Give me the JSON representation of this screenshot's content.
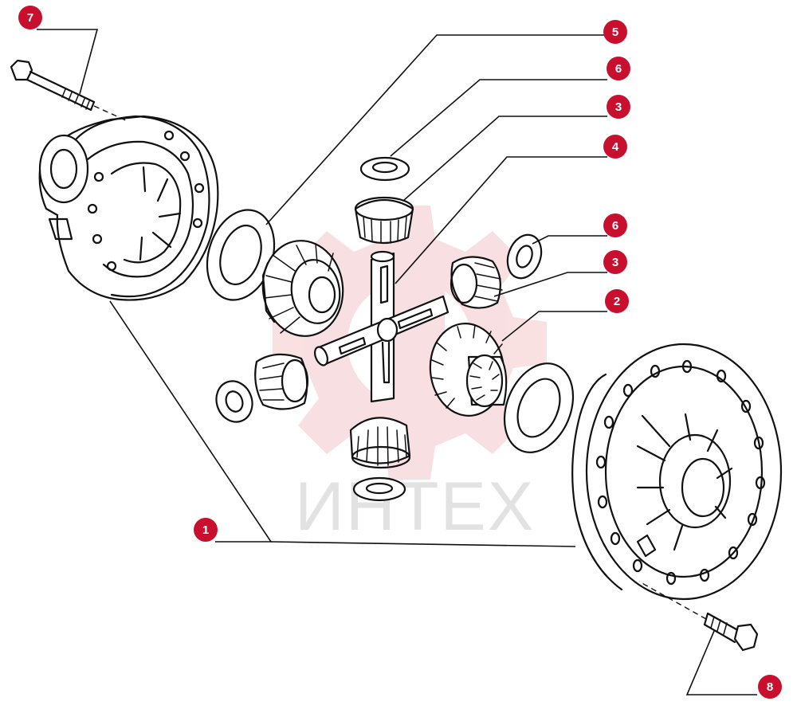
{
  "watermark": {
    "text": "ИНТЕХ",
    "gear_color": "#f4c6c9"
  },
  "callouts": [
    {
      "label": "7"
    },
    {
      "label": "5"
    },
    {
      "label": "6"
    },
    {
      "label": "3"
    },
    {
      "label": "4"
    },
    {
      "label": "6"
    },
    {
      "label": "3"
    },
    {
      "label": "2"
    },
    {
      "label": "1"
    },
    {
      "label": "8"
    }
  ],
  "colors": {
    "badge": "#c8102e",
    "line": "#111111"
  },
  "icons": [
    "bolt-icon",
    "housing-half-icon",
    "thrust-washer-icon",
    "bevel-gear-icon",
    "spider-cross-icon",
    "side-gear-icon"
  ]
}
